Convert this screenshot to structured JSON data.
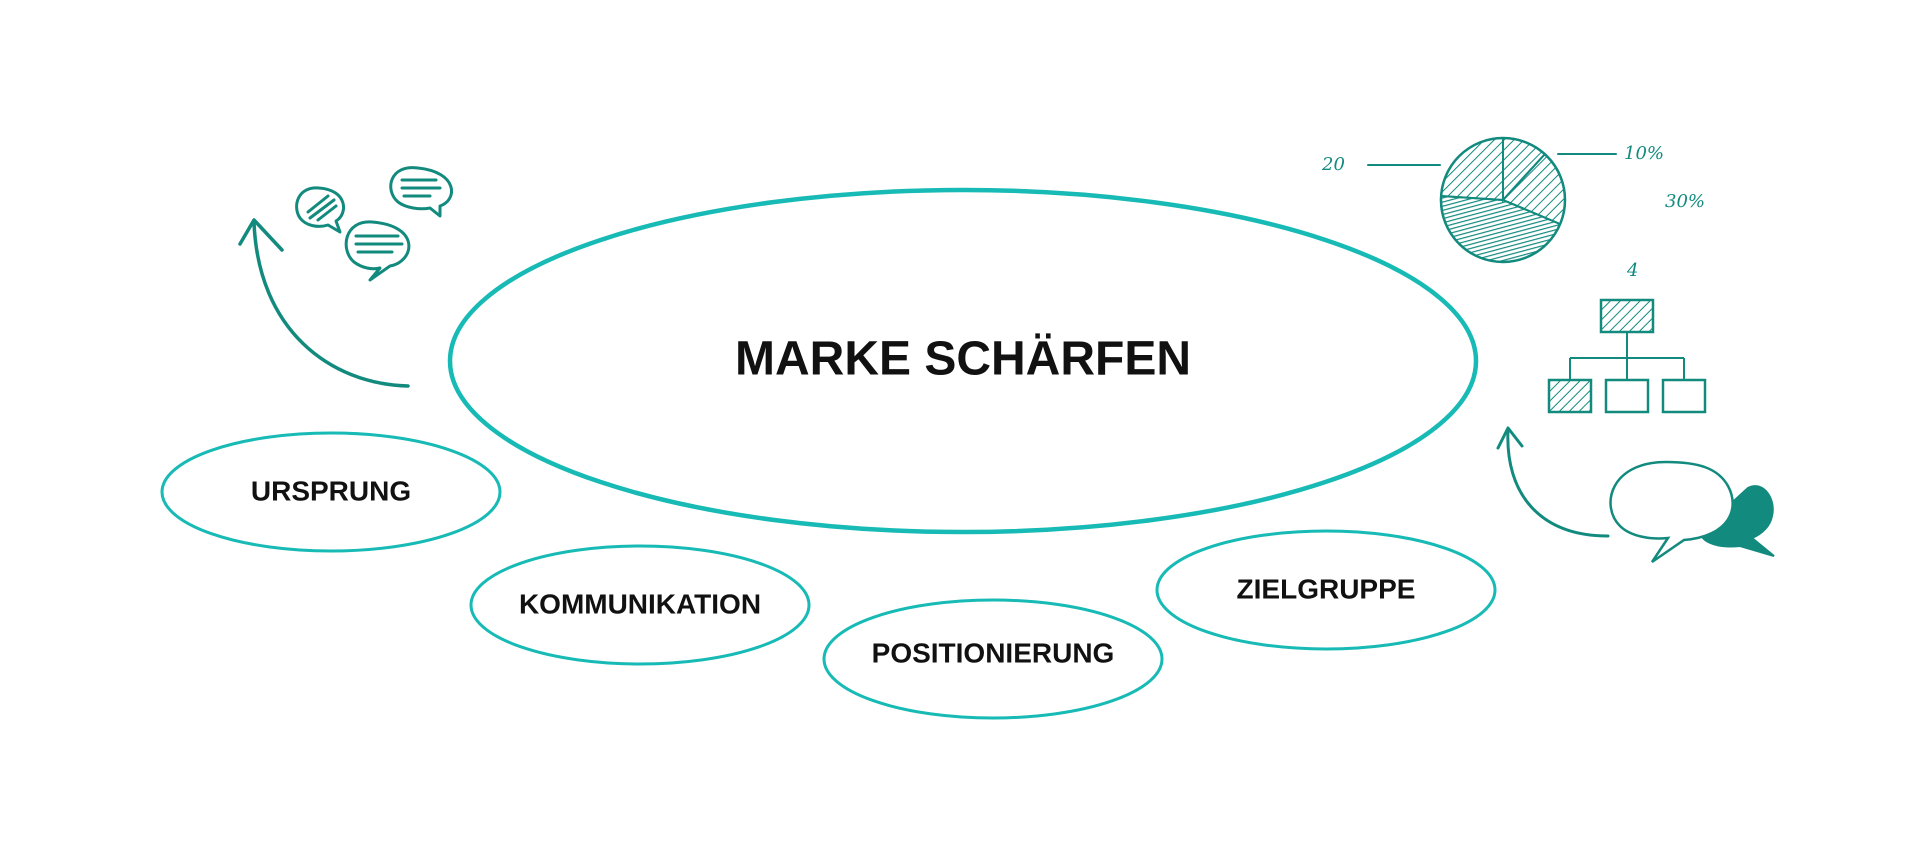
{
  "center": {
    "title": "MARKE SCHÄRFEN"
  },
  "pillars": [
    {
      "label": "URSPRUNG"
    },
    {
      "label": "KOMMUNIKATION"
    },
    {
      "label": "POSITIONIERUNG"
    },
    {
      "label": "ZIELGRUPPE"
    }
  ],
  "sketch_labels": {
    "pie_left": "20",
    "pie_top_right": "10%",
    "pie_right": "30%",
    "org_chart_top": "4"
  },
  "colors": {
    "accent": "#17bab5",
    "sketch": "#128a7e",
    "text": "#111111"
  },
  "icons": [
    "speech-bubbles-icon",
    "pie-chart-icon",
    "org-chart-icon",
    "chat-bubbles-icon",
    "curved-arrow-icon"
  ]
}
